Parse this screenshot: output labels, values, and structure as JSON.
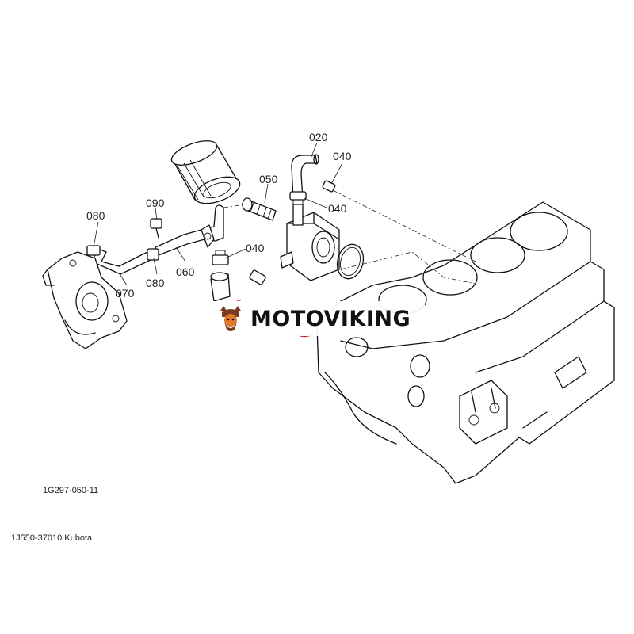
{
  "callouts": {
    "c020": "020",
    "c040_top": "040",
    "c050": "050",
    "c040_mid": "040",
    "c090": "090",
    "c080_left": "080",
    "c040_low": "040",
    "c070": "070",
    "c080_bottom": "080",
    "c060": "060"
  },
  "diagram_code": "1G297-050-11",
  "part_number": "1J550-37010 Kubota",
  "watermark": "MOTOVIKING",
  "colors": {
    "line": "#111111",
    "background": "#ffffff",
    "mark_red": "#cc2222",
    "logo_brown": "#7a3b1e",
    "logo_orange": "#e07a2a"
  }
}
